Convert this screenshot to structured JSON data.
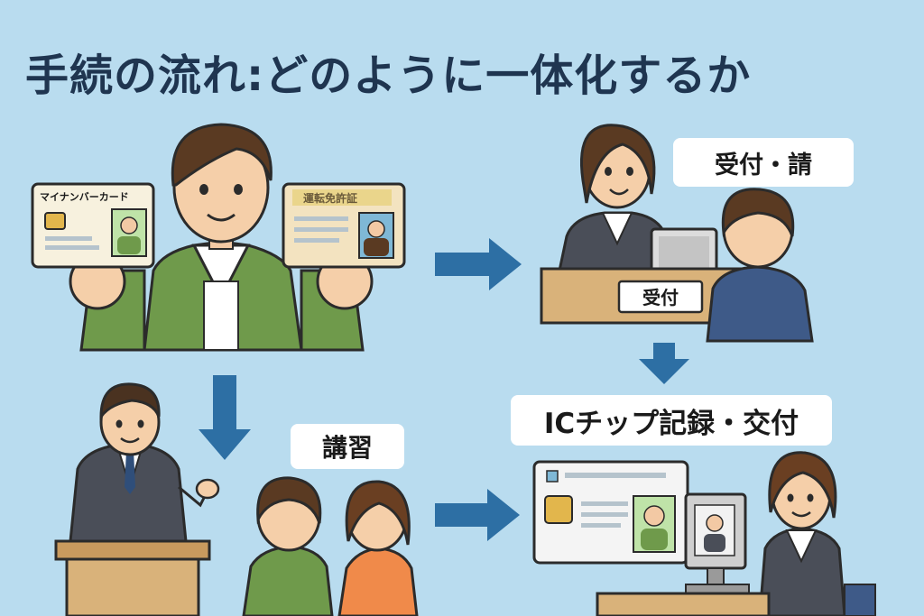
{
  "title": "手続の流れ:どのように一体化するか",
  "steps": {
    "reception_label": "受付・請",
    "desk_sign": "受付",
    "lecture_label": "講習",
    "ic_label": "ICチップ記録・交付"
  },
  "cards": {
    "mynumber_title": "マイナンバーカード",
    "license_title": "運転免許証"
  },
  "colors": {
    "background": "#b9dcef",
    "arrow": "#2d6fa4",
    "title": "#1f3550"
  }
}
